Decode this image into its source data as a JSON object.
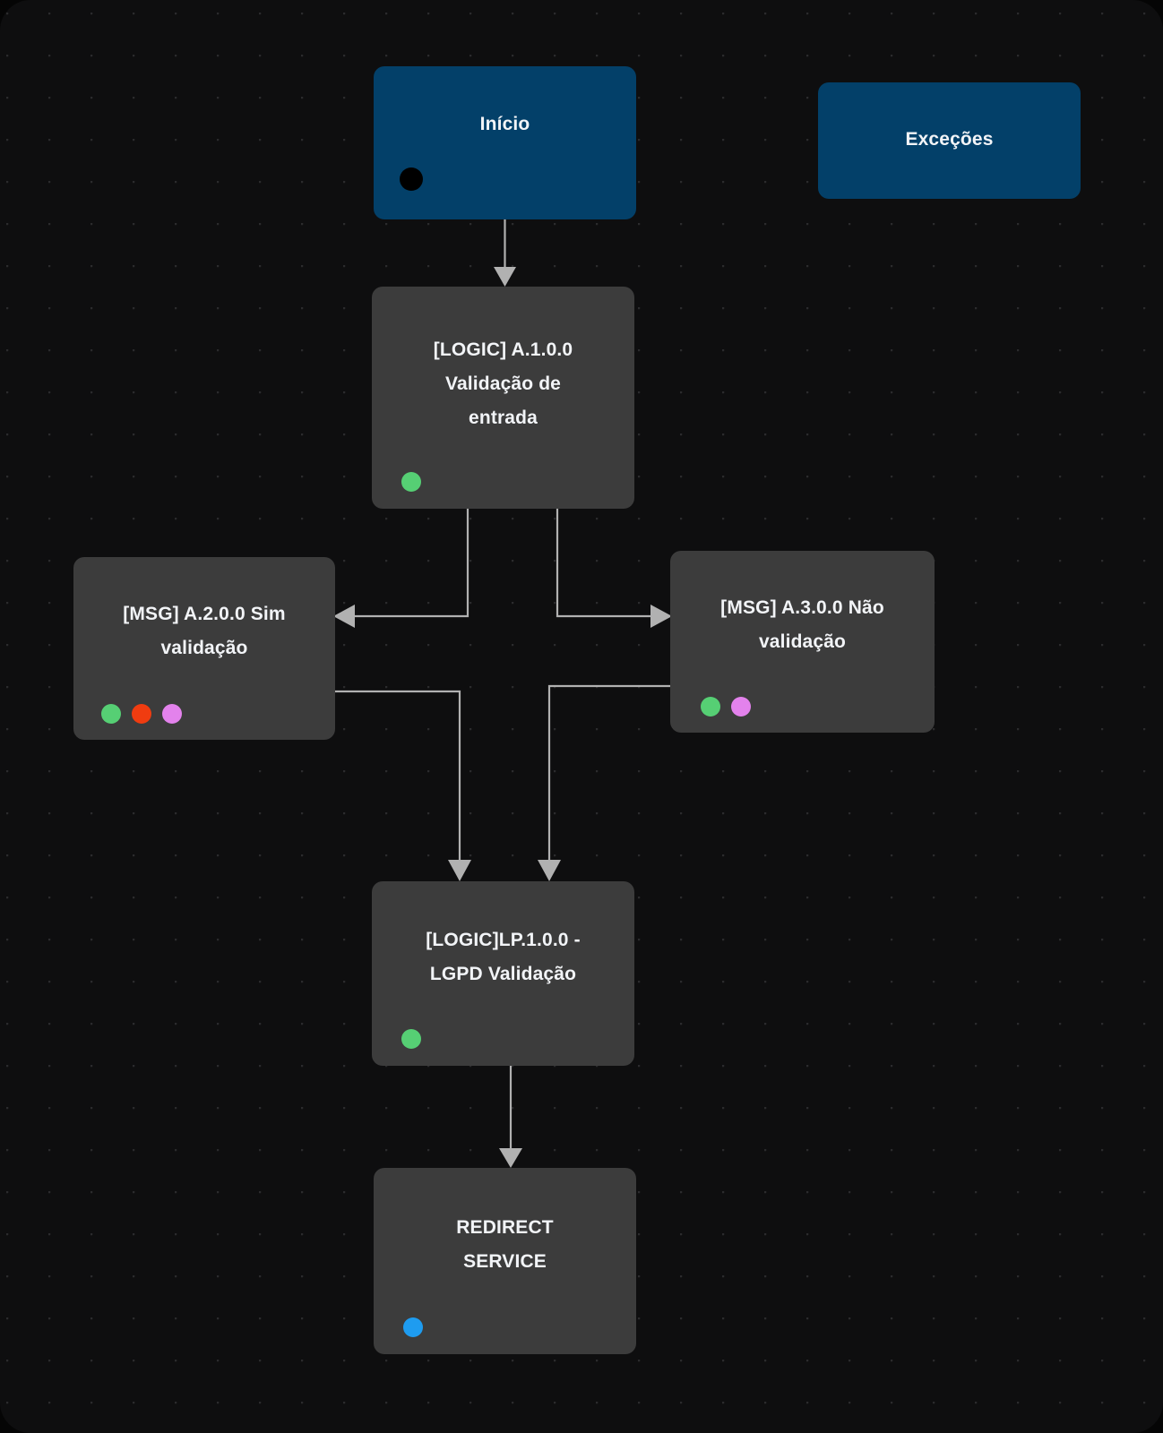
{
  "canvas": {
    "background_color": "#0e0e0f",
    "grid": "dot-grid",
    "grid_dot_color": "#2b2b2d"
  },
  "palette": {
    "node_blue": "#034069",
    "node_gray": "#3c3c3c",
    "edge_gray": "#b1b1b1",
    "port_green": "#56cf74",
    "port_red": "#f03c10",
    "port_violet": "#e382ec",
    "port_blue": "#1e9cf0",
    "port_black": "#000000",
    "text_white": "#f2f4f7"
  },
  "nodes": [
    {
      "id": "inicio",
      "label": "Início",
      "type": "start",
      "color": "blue",
      "ports": [
        "black"
      ]
    },
    {
      "id": "excecoes",
      "label": "Exceções",
      "type": "group",
      "color": "blue",
      "ports": []
    },
    {
      "id": "logic-a100",
      "label": "[LOGIC] A.1.0.0\nValidação de\nentrada",
      "type": "logic",
      "color": "gray",
      "ports": [
        "green"
      ]
    },
    {
      "id": "msg-a200",
      "label": "[MSG] A.2.0.0 Sim\nvalidação",
      "type": "message",
      "color": "gray",
      "ports": [
        "green",
        "red",
        "violet"
      ]
    },
    {
      "id": "msg-a300",
      "label": "[MSG] A.3.0.0 Não\nvalidação",
      "type": "message",
      "color": "gray",
      "ports": [
        "green",
        "violet"
      ]
    },
    {
      "id": "logic-lp100",
      "label": "[LOGIC]LP.1.0.0 -\nLGPD Validação",
      "type": "logic",
      "color": "gray",
      "ports": [
        "green"
      ]
    },
    {
      "id": "redirect-service",
      "label": "REDIRECT\nSERVICE",
      "type": "service",
      "color": "gray",
      "ports": [
        "blue"
      ]
    }
  ],
  "edges": [
    {
      "from": "inicio",
      "to": "logic-a100"
    },
    {
      "from": "logic-a100",
      "to": "msg-a200"
    },
    {
      "from": "logic-a100",
      "to": "msg-a300"
    },
    {
      "from": "msg-a200",
      "to": "logic-lp100"
    },
    {
      "from": "msg-a300",
      "to": "logic-lp100"
    },
    {
      "from": "logic-lp100",
      "to": "redirect-service"
    }
  ]
}
